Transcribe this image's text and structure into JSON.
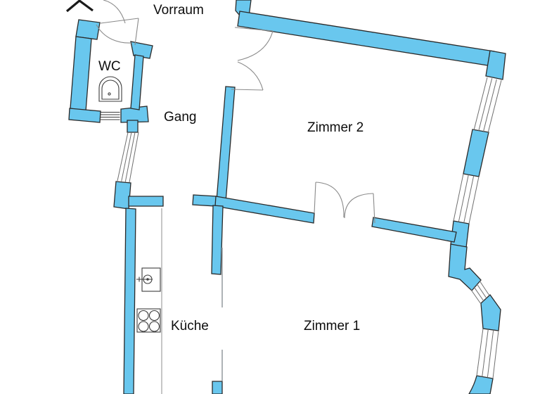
{
  "labels": {
    "vorraum": "Vorraum",
    "wc": "WC",
    "gang": "Gang",
    "zimmer2": "Zimmer 2",
    "kueche": "Küche",
    "zimmer1": "Zimmer 1"
  },
  "icons": {
    "entrance_arrow": "entrance-arrow-icon",
    "toilet": "toilet-icon",
    "sink": "sink-icon",
    "stove": "stove-icon"
  },
  "colors": {
    "background": "#ffffff",
    "wall_fill": "#69c7ee",
    "wall_stroke": "#2a2a2a",
    "window_line": "#6f6f6f",
    "door_line": "#8a8a8a",
    "opening_line": "#9aa0a4",
    "fixture_stroke": "#3c3c3c",
    "counter_line": "#8c8c8c",
    "label_color": "#0d0d0d",
    "arrow_stroke": "#1a1a1a"
  }
}
